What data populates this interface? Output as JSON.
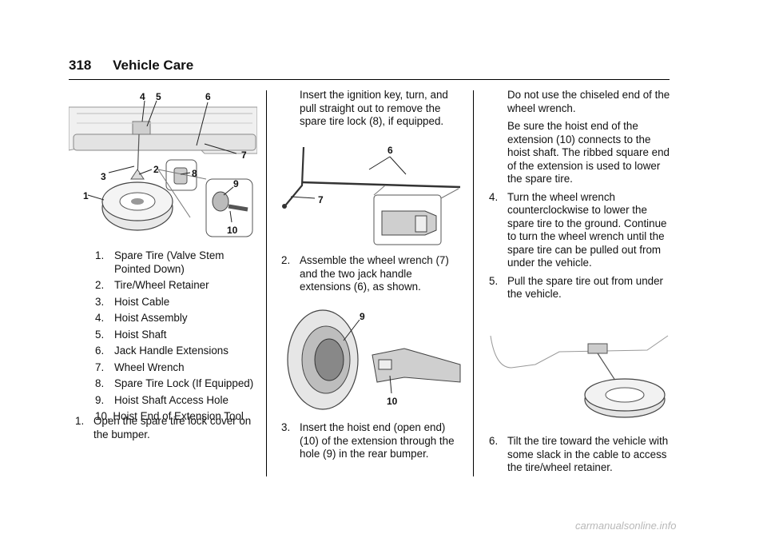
{
  "header": {
    "page_number": "318",
    "section": "Vehicle Care"
  },
  "fig1": {
    "callouts": [
      "4",
      "5",
      "6",
      "7",
      "3",
      "2",
      "8",
      "1",
      "9",
      "10"
    ]
  },
  "legend": [
    {
      "num": "1.",
      "text": "Spare Tire (Valve Stem Pointed Down)"
    },
    {
      "num": "2.",
      "text": "Tire/Wheel Retainer"
    },
    {
      "num": "3.",
      "text": "Hoist Cable"
    },
    {
      "num": "4.",
      "text": "Hoist Assembly"
    },
    {
      "num": "5.",
      "text": "Hoist Shaft"
    },
    {
      "num": "6.",
      "text": "Jack Handle Extensions"
    },
    {
      "num": "7.",
      "text": "Wheel Wrench"
    },
    {
      "num": "8.",
      "text": "Spare Tire Lock (If Equipped)"
    },
    {
      "num": "9.",
      "text": "Hoist Shaft Access Hole"
    },
    {
      "num": "10.",
      "text": "Hoist End of Extension Tool"
    }
  ],
  "steps": [
    {
      "num": "1.",
      "text": "Open the spare tire lock cover on the bumper."
    },
    {
      "num": "",
      "text": "Insert the ignition key, turn, and pull straight out to remove the spare tire lock (8), if equipped."
    },
    {
      "num": "2.",
      "text": "Assemble the wheel wrench (7) and the two jack handle extensions (6), as shown."
    },
    {
      "num": "3.",
      "text": "Insert the hoist end (open end) (10) of the extension through the hole (9) in the rear bumper."
    },
    {
      "num": "",
      "text": "Do not use the chiseled end of the wheel wrench."
    },
    {
      "num": "",
      "text": "Be sure the hoist end of the extension (10) connects to the hoist shaft. The ribbed square end of the extension is used to lower the spare tire."
    },
    {
      "num": "4.",
      "text": "Turn the wheel wrench counterclockwise to lower the spare tire to the ground. Continue to turn the wheel wrench until the spare tire can be pulled out from under the vehicle."
    },
    {
      "num": "5.",
      "text": "Pull the spare tire out from under the vehicle."
    },
    {
      "num": "6.",
      "text": "Tilt the tire toward the vehicle with some slack in the cable to access the tire/wheel retainer."
    }
  ],
  "fig2": {
    "callouts": [
      "6",
      "7"
    ]
  },
  "fig3": {
    "callouts": [
      "9",
      "10"
    ]
  },
  "watermark": "carmanualsonline.info"
}
